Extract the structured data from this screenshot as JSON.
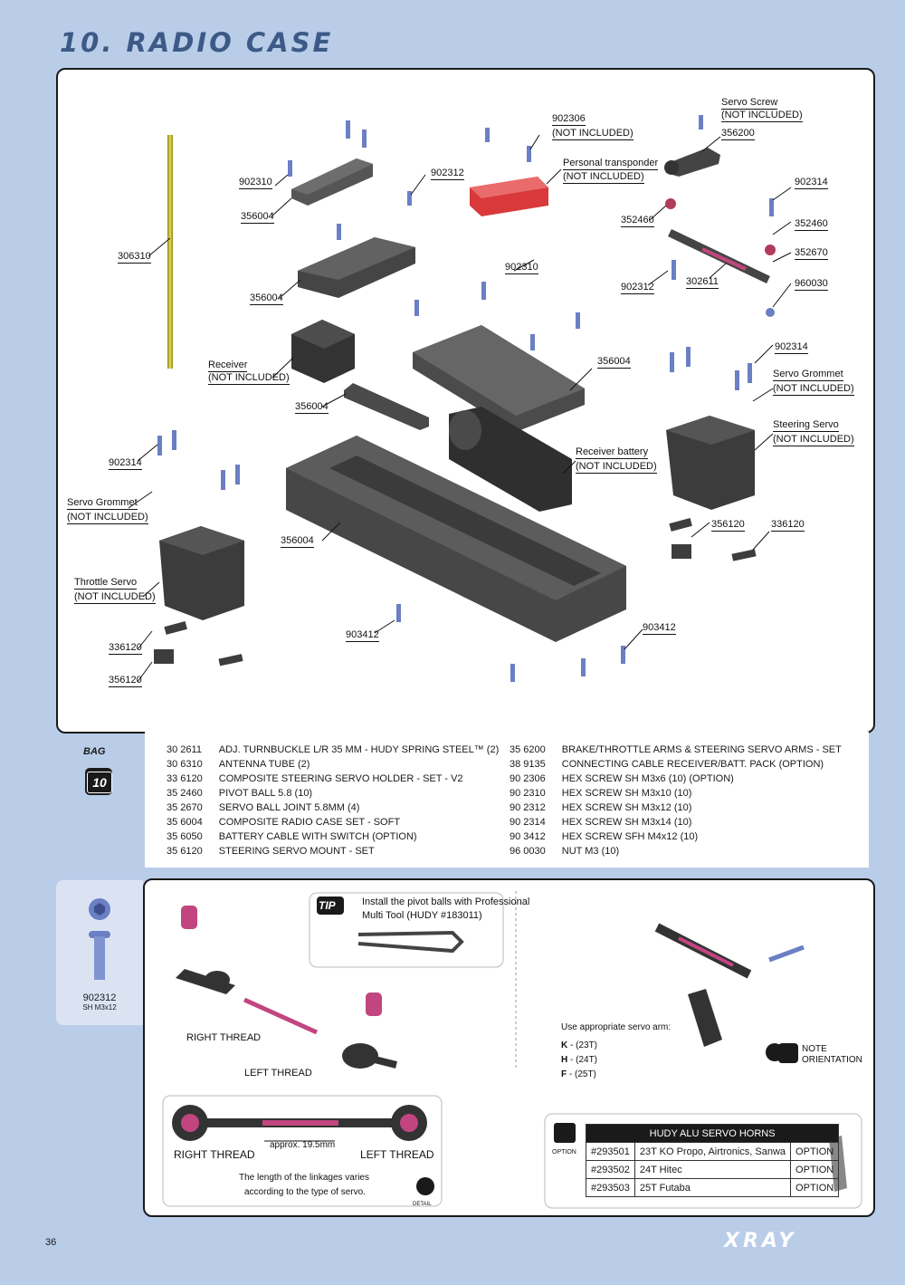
{
  "page_title": "10. RADIO CASE",
  "page_number": "36",
  "brand": "XRAY",
  "bag": {
    "label": "BAG",
    "number": "10"
  },
  "diagram_labels": {
    "servo_screw": "Servo Screw",
    "not_included": "(NOT INCLUDED)",
    "p356200": "356200",
    "p902306": "902306",
    "personal_transponder": "Personal transponder",
    "p902312": "902312",
    "p902310": "902310",
    "p356004": "356004",
    "p306310": "306310",
    "p902314": "902314",
    "p352460": "352460",
    "p352670": "352670",
    "p302611": "302611",
    "p960030": "960030",
    "receiver": "Receiver",
    "servo_grommet": "Servo Grommet",
    "steering_servo": "Steering Servo",
    "receiver_battery": "Receiver battery",
    "throttle_servo": "Throttle Servo",
    "p336120": "336120",
    "p356120": "356120",
    "p903412": "903412"
  },
  "parts_left": [
    {
      "code": "30 2611",
      "desc": "ADJ. TURNBUCKLE L/R 35 MM  - HUDY SPRING STEEL™ (2)"
    },
    {
      "code": "30 6310",
      "desc": "ANTENNA TUBE (2)"
    },
    {
      "code": "33 6120",
      "desc": "COMPOSITE STEERING SERVO HOLDER - SET - V2"
    },
    {
      "code": "35 2460",
      "desc": "PIVOT BALL 5.8 (10)"
    },
    {
      "code": "35 2670",
      "desc": "SERVO BALL JOINT  5.8MM (4)"
    },
    {
      "code": "35 6004",
      "desc": "COMPOSITE RADIO CASE SET - SOFT"
    },
    {
      "code": "35 6050",
      "desc": "BATTERY CABLE WITH SWITCH (OPTION)"
    },
    {
      "code": "35 6120",
      "desc": "STEERING SERVO MOUNT - SET"
    }
  ],
  "parts_right": [
    {
      "code": "35 6200",
      "desc": "BRAKE/THROTTLE ARMS & STEERING SERVO ARMS - SET"
    },
    {
      "code": "38 9135",
      "desc": "CONNECTING CABLE  RECEIVER/BATT. PACK (OPTION)"
    },
    {
      "code": "90 2306",
      "desc": "HEX SCREW  SH M3x6  (10) (OPTION)"
    },
    {
      "code": "90 2310",
      "desc": "HEX SCREW  SH M3x10  (10)"
    },
    {
      "code": "90 2312",
      "desc": "HEX SCREW  SH M3x12  (10)"
    },
    {
      "code": "90 2314",
      "desc": "HEX SCREW  SH M3x14  (10)"
    },
    {
      "code": "90 3412",
      "desc": "HEX SCREW  SFH M4x12  (10)"
    },
    {
      "code": "96 0030",
      "desc": "NUT M3  (10)"
    }
  ],
  "sidebar": {
    "code": "902312",
    "spec": "SH M3x12"
  },
  "tip": {
    "badge": "TIP",
    "text_line1": "Install the pivot balls with Professional",
    "text_line2": "Multi Tool (HUDY #183011)"
  },
  "linkage": {
    "right_thread": "RIGHT THREAD",
    "left_thread": "LEFT THREAD",
    "approx": "approx. 19.5mm",
    "note_line1": "The length of the linkages varies",
    "note_line2": "according to the type of servo.",
    "detail": "DETAIL"
  },
  "servo_arm": {
    "instruction": "Use appropriate servo arm:",
    "k": "K",
    "k_val": " - (23T)",
    "h": "H",
    "h_val": " - (24T)",
    "f": "F",
    "f_val": " - (25T)",
    "note": "NOTE",
    "orientation": "ORIENTATION"
  },
  "option": {
    "badge": "OPTION",
    "table_title": "HUDY ALU SERVO HORNS",
    "rows": [
      {
        "code": "#293501",
        "desc": "23T KO Propo, Airtronics, Sanwa",
        "tag": "OPTION"
      },
      {
        "code": "#293502",
        "desc": "24T Hitec",
        "tag": "OPTION"
      },
      {
        "code": "#293503",
        "desc": "25T Futaba",
        "tag": "OPTION"
      }
    ]
  },
  "colors": {
    "background": "#b9cde9",
    "title": "#3d5a86",
    "case": "#4a4a4a",
    "screw": "#6b7fc4",
    "transponder": "#d9393a",
    "pink": "#c2457f",
    "antenna": "#c8bd3a"
  }
}
